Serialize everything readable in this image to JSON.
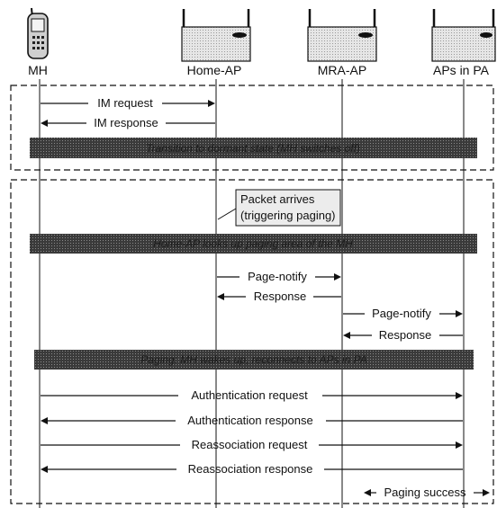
{
  "entities": {
    "mh": "MH",
    "home_ap": "Home-AP",
    "mra_ap": "MRA-AP",
    "aps_in_pa": "APs in PA"
  },
  "messages": {
    "im_request": "IM request",
    "im_response": "IM response",
    "page_notify_1": "Page-notify",
    "response_1": "Response",
    "page_notify_2": "Page-notify",
    "response_2": "Response",
    "auth_request": "Authentication request",
    "auth_response": "Authentication response",
    "reassoc_request": "Reassociation request",
    "reassoc_response": "Reassociation response",
    "paging_success": "Paging success"
  },
  "phase_bars": {
    "bar1": "Transition to dormant state (MH switches off)",
    "bar2": "Home-AP looks up paging area of the MH",
    "bar3": "Paging: MH wakes up, reconnects to APs in PA"
  },
  "callout": {
    "line1": "Packet arrives",
    "line2": "(triggering paging)"
  },
  "colors": {
    "bar_fill": "#4a4a4a",
    "ap_body": "#d9d9d9",
    "ink": "#111111"
  }
}
